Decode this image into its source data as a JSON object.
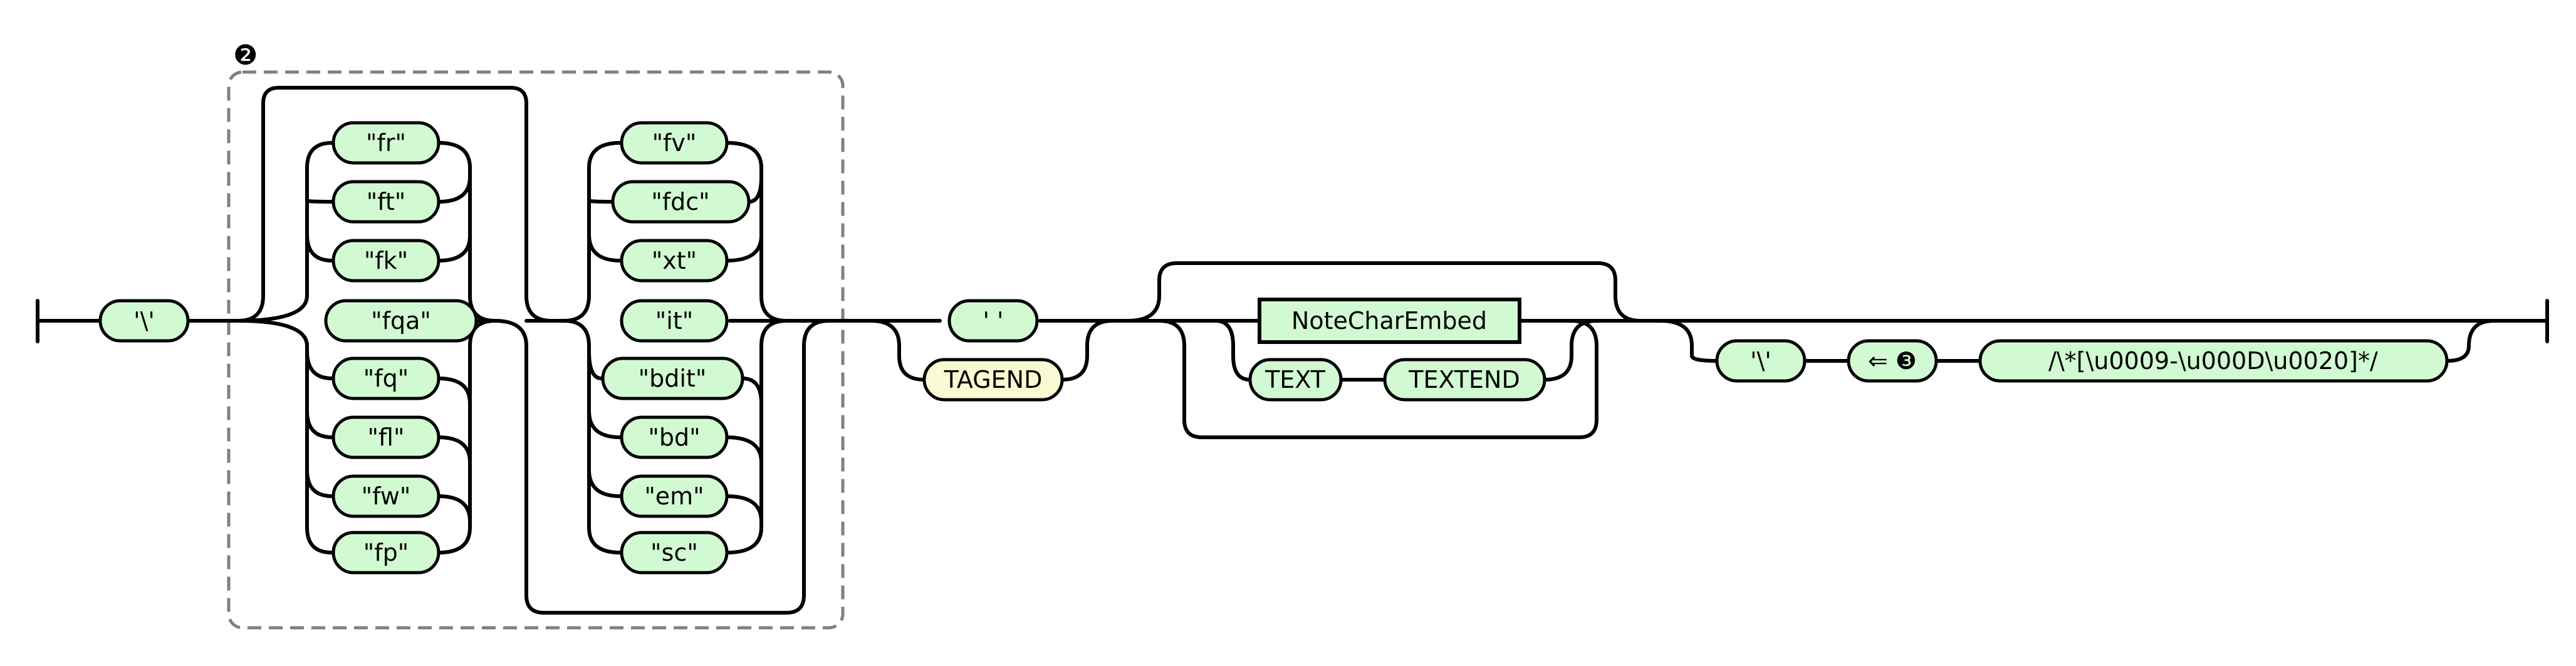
{
  "diagram": {
    "group_marker": "❷",
    "start_backslash": "'\\'",
    "left_column": [
      "\"fr\"",
      "\"ft\"",
      "\"fk\"",
      "\"fqa\"",
      "\"fq\"",
      "\"fl\"",
      "\"fw\"",
      "\"fp\""
    ],
    "right_column": [
      "\"fv\"",
      "\"fdc\"",
      "\"xt\"",
      "\"it\"",
      "\"bdit\"",
      "\"bd\"",
      "\"em\"",
      "\"sc\""
    ],
    "space": "' '",
    "tagend": "TAGEND",
    "note_char_embed": "NoteCharEmbed",
    "text": "TEXT",
    "textend": "TEXTEND",
    "end_backslash": "'\\'",
    "lookbehind": "⇐ ❸",
    "regex": "/\\*[\\u0009-\\u000D\\u0020]*/"
  }
}
